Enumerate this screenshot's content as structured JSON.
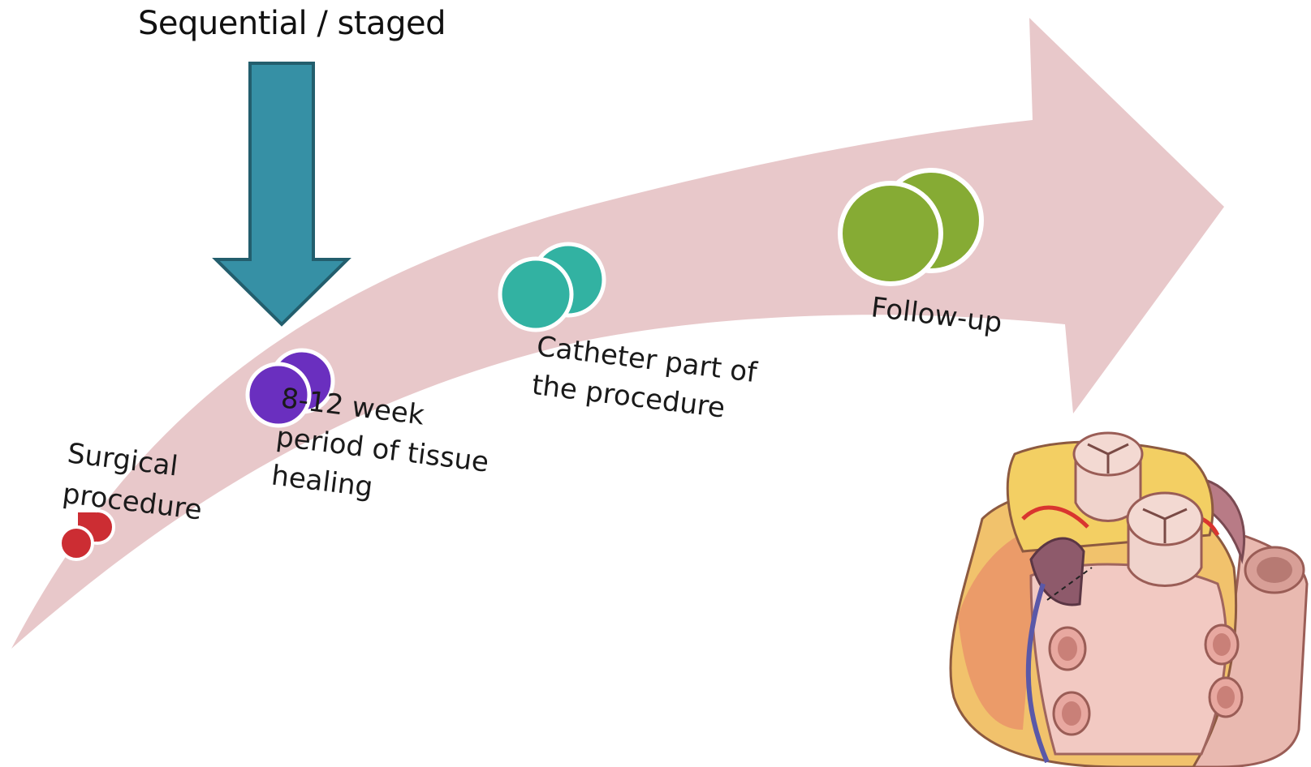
{
  "title": "Sequential / staged",
  "colors": {
    "arrow_fill": "#e8c8ca",
    "pointer_arrow": "#3690a5",
    "pointer_arrow_outline": "#235e6d",
    "step1": "#cc2d33",
    "step2": "#6a2fbf",
    "step3": "#32b2a2",
    "step4": "#86ab34"
  },
  "steps": [
    {
      "lines": [
        "Surgical",
        "procedure"
      ]
    },
    {
      "lines": [
        "8-12 week",
        "period of tissue",
        "healing"
      ]
    },
    {
      "lines": [
        "Catheter part of",
        "the procedure"
      ]
    },
    {
      "lines": [
        "Follow-up"
      ]
    }
  ],
  "illustration": "heart-valves-illustration"
}
